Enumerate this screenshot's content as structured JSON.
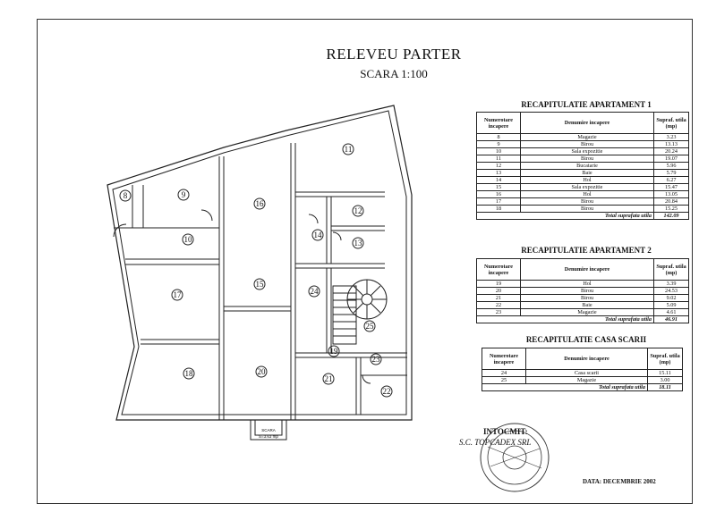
{
  "drawing": {
    "title": "RELEVEU PARTER",
    "scale": "SCARA 1:100"
  },
  "plan": {
    "room_labels": [
      "8",
      "9",
      "10",
      "11",
      "12",
      "13",
      "14",
      "15",
      "16",
      "17",
      "18",
      "19",
      "20",
      "21",
      "22",
      "23",
      "24",
      "25"
    ],
    "stair_label": "SCARA",
    "stair_area": "S=3.63 mp"
  },
  "headers": {
    "num": "Numerotare incapere",
    "name": "Denumire incapere",
    "area": "Supraf. utila (mp)"
  },
  "ap1": {
    "title": "RECAPITULATIE APARTAMENT 1",
    "rows": [
      {
        "num": "8",
        "name": "Magazie",
        "area": "3.23"
      },
      {
        "num": "9",
        "name": "Birou",
        "area": "13.13"
      },
      {
        "num": "10",
        "name": "Sala expozitie",
        "area": "20.24"
      },
      {
        "num": "11",
        "name": "Birou",
        "area": "19.07"
      },
      {
        "num": "12",
        "name": "Bucatarie",
        "area": "5.96"
      },
      {
        "num": "13",
        "name": "Baie",
        "area": "5.79"
      },
      {
        "num": "14",
        "name": "Hol",
        "area": "6.27"
      },
      {
        "num": "15",
        "name": "Sala expozitie",
        "area": "15.47"
      },
      {
        "num": "16",
        "name": "Hol",
        "area": "13.05"
      },
      {
        "num": "17",
        "name": "Birou",
        "area": "20.84"
      },
      {
        "num": "18",
        "name": "Birou",
        "area": "15.25"
      }
    ],
    "total_label": "Total suprafata utila",
    "total": "142.09"
  },
  "ap2": {
    "title": "RECAPITULATIE APARTAMENT 2",
    "rows": [
      {
        "num": "19",
        "name": "Hol",
        "area": "3.39"
      },
      {
        "num": "20",
        "name": "Birou",
        "area": "24.53"
      },
      {
        "num": "21",
        "name": "Birou",
        "area": "9.02"
      },
      {
        "num": "22",
        "name": "Baie",
        "area": "5.09"
      },
      {
        "num": "23",
        "name": "Magazie",
        "area": "4.61"
      }
    ],
    "total_label": "Total suprafata utila",
    "total": "46.91"
  },
  "stair": {
    "title": "RECAPITULATIE CASA SCARII",
    "rows": [
      {
        "num": "24",
        "name": "Casa scarii",
        "area": "15.11"
      },
      {
        "num": "25",
        "name": "Magazie",
        "area": "3.00"
      }
    ],
    "total_label": "Total suprafata utila",
    "total": "18.11"
  },
  "footer": {
    "prepared": "INTOCMIT:",
    "firm": "S.C. TOPCADEX SRL",
    "date": "DATA: DECEMBRIE 2002"
  }
}
